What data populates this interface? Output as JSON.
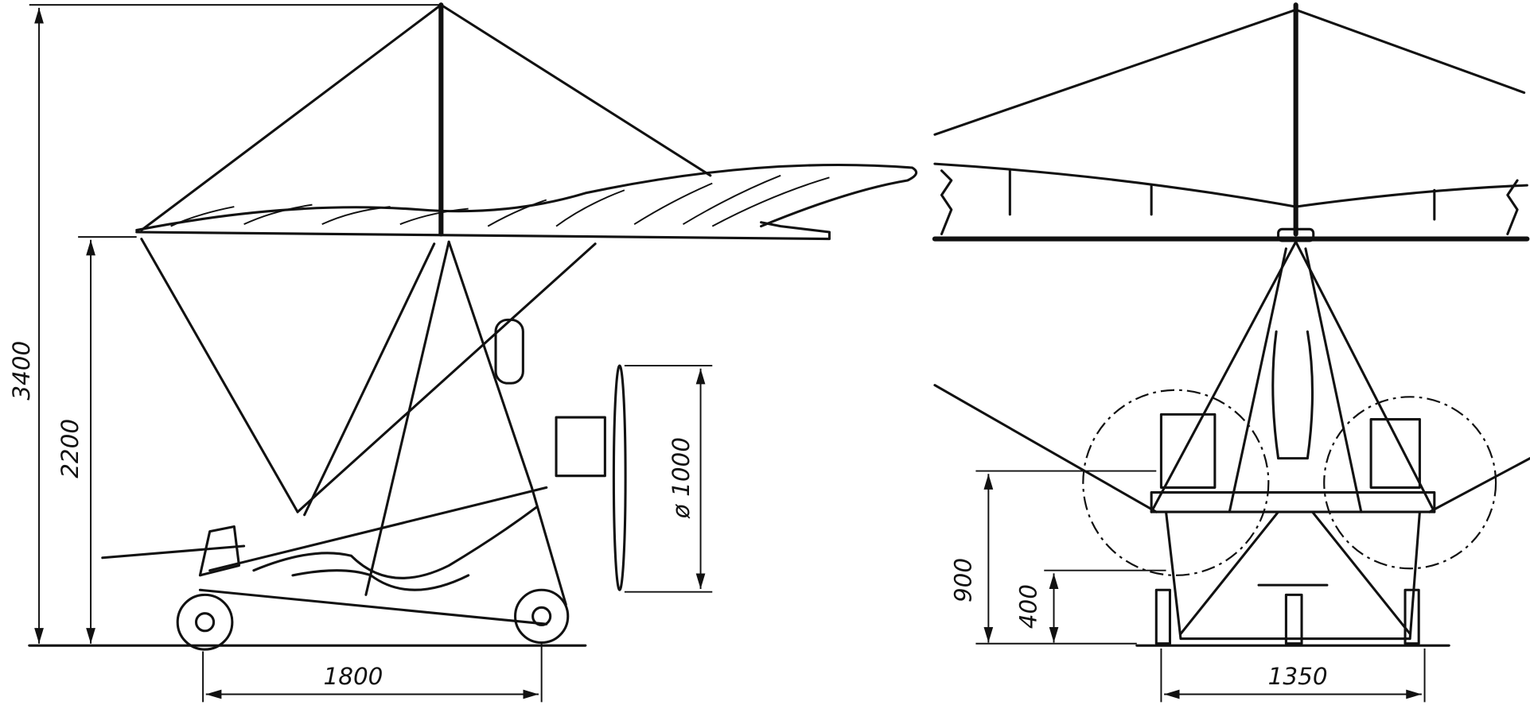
{
  "side_view": {
    "total_height": "3400",
    "wing_height": "2200",
    "wheelbase": "1800",
    "propeller_diameter": "ø 1000"
  },
  "front_view": {
    "frame_height": "900",
    "axle_height": "400",
    "track_width": "1350"
  }
}
